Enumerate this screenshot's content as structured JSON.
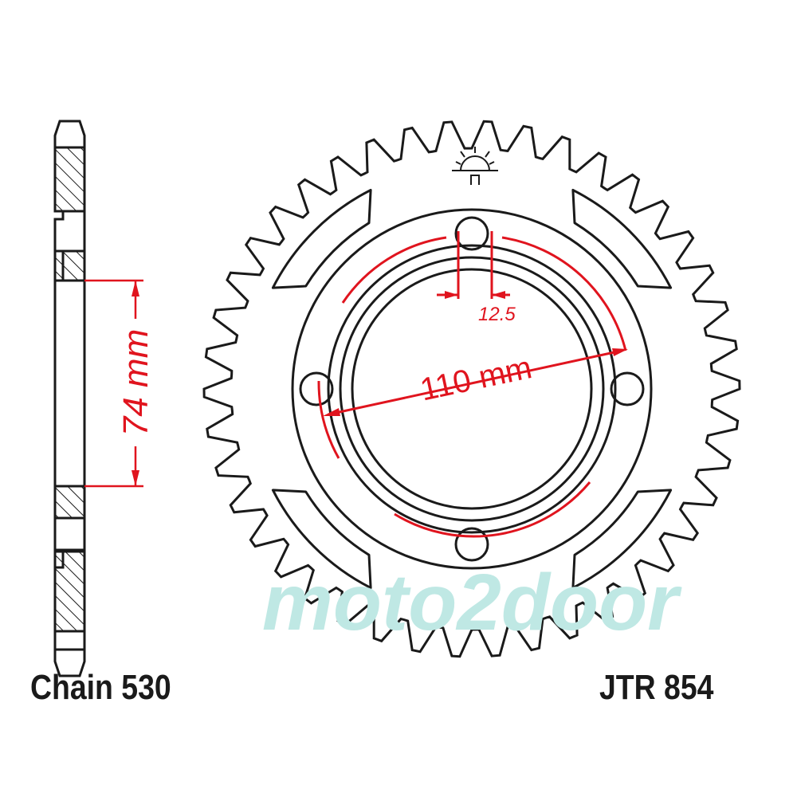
{
  "labels": {
    "chain": "Chain 530",
    "part_number": "JTR 854"
  },
  "dimensions": {
    "hub_width": "74 mm",
    "bolt_circle": "110 mm",
    "bolt_hole": "12.5"
  },
  "watermark": "moto2door",
  "sprocket": {
    "teeth": 42,
    "bolt_holes": 4
  },
  "colors": {
    "line": "#1a1a1a",
    "dimension": "#e0141e",
    "watermark": "#bfe8e4"
  }
}
